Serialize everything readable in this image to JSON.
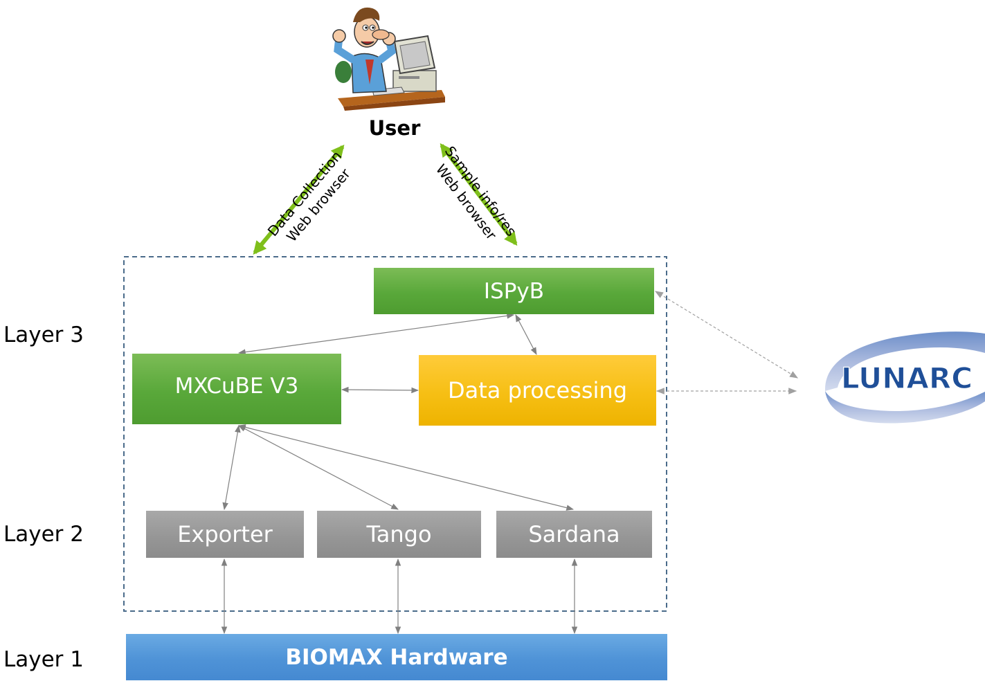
{
  "user": {
    "label": "User",
    "icon": "user-at-computer-icon"
  },
  "links": {
    "left": {
      "line1": "Data Collection",
      "line2": "Web browser"
    },
    "right": {
      "line1": "Sample info/res",
      "line2": "Web browser"
    }
  },
  "layers": {
    "l3": "Layer 3",
    "l2": "Layer 2",
    "l1": "Layer 1"
  },
  "boxes": {
    "ispyb": "ISPyB",
    "mxcube": "MXCuBE V3",
    "data_processing": "Data processing",
    "exporter": "Exporter",
    "tango": "Tango",
    "sardana": "Sardana",
    "hardware": "BIOMAX Hardware"
  },
  "lunarc": {
    "label": "LUNARC",
    "icon": "lunarc-logo"
  },
  "colors": {
    "green": "#5aa93c",
    "yellow": "#f5bd12",
    "grey": "#969696",
    "blue": "#4f93d7",
    "arrow_green": "#7fbf1b",
    "dashed_border": "#4a6b8a"
  }
}
